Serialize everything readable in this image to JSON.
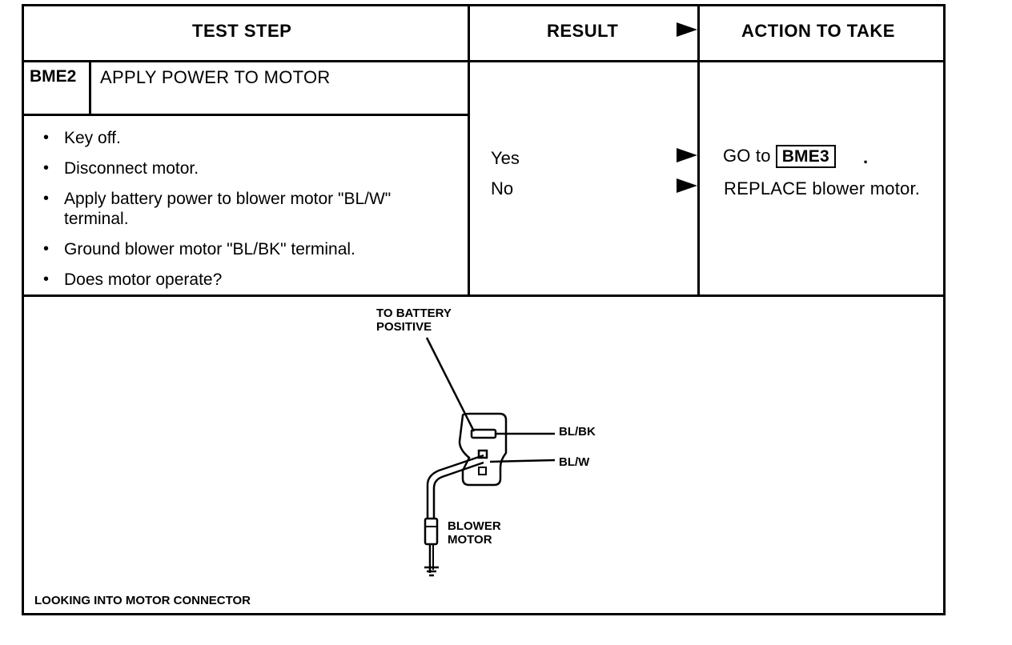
{
  "header": {
    "test_step": "TEST STEP",
    "result": "RESULT",
    "action": "ACTION TO TAKE"
  },
  "step": {
    "id": "BME2",
    "title": "APPLY POWER TO MOTOR",
    "instructions": [
      "Key off.",
      "Disconnect motor.",
      "Apply battery power to blower motor \"BL/W\" terminal.",
      "Ground blower motor \"BL/BK\" terminal.",
      "Does motor operate?"
    ]
  },
  "results": [
    {
      "result": "Yes",
      "action_prefix": "GO to",
      "action_ref": "BME3",
      "action_suffix": "."
    },
    {
      "result": "No",
      "action_text": "REPLACE blower motor."
    }
  ],
  "diagram": {
    "battery_label_1": "TO BATTERY",
    "battery_label_2": "POSITIVE",
    "wire_1": "BL/BK",
    "wire_2": "BL/W",
    "motor_label_1": "BLOWER",
    "motor_label_2": "MOTOR",
    "caption": "LOOKING INTO MOTOR CONNECTOR"
  }
}
